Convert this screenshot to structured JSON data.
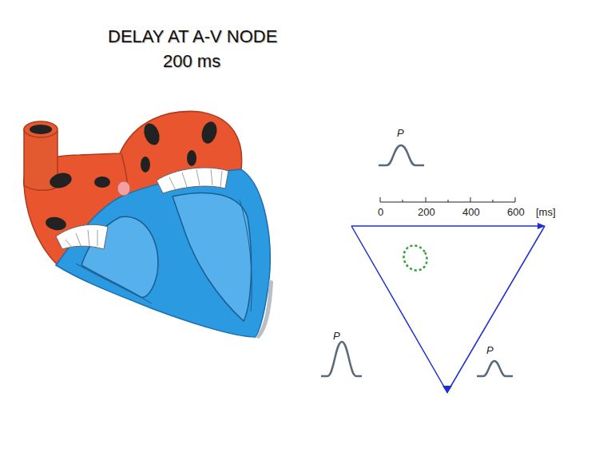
{
  "diagram": {
    "title": "DELAY AT A-V NODE",
    "labels": [
      "200 ms",
      "P",
      "0",
      "200",
      "400",
      "600",
      "[ms]",
      "P",
      "P"
    ]
  }
}
